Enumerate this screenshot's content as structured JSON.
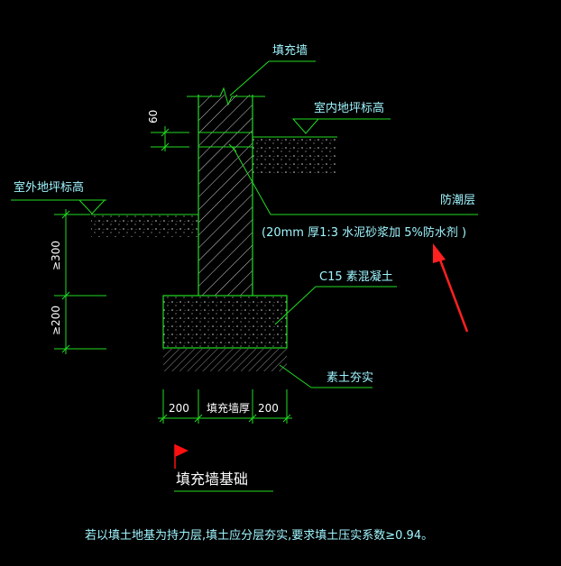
{
  "labels": {
    "infill_wall": "填充墙",
    "indoor_floor": "室内地坪标高",
    "outdoor_ground": "室外地坪标高",
    "damp_proof": "防潮层",
    "damp_proof_spec": "(20mm  厚1:3  水泥砂浆加  5%防水剂 )",
    "concrete": "C15  素混凝土",
    "rammed_soil": "素土夯实",
    "dim_60": "60",
    "dim_300": "≥300",
    "dim_200_v": "≥200",
    "dim_200_left": "200",
    "dim_wall": "填充墙厚",
    "dim_200_right": "200",
    "title": "填充墙基础",
    "note": "若以填土地基为持力层,填土应分层夯实,要求填土压实系数≥0.94。"
  },
  "colors": {
    "background": "#000000",
    "line_green": "#22dd22",
    "text_cyan": "#9ff5ff",
    "text_white": "#ffffff",
    "arrow_red": "#ff2020",
    "flag_red": "#ff1010"
  }
}
